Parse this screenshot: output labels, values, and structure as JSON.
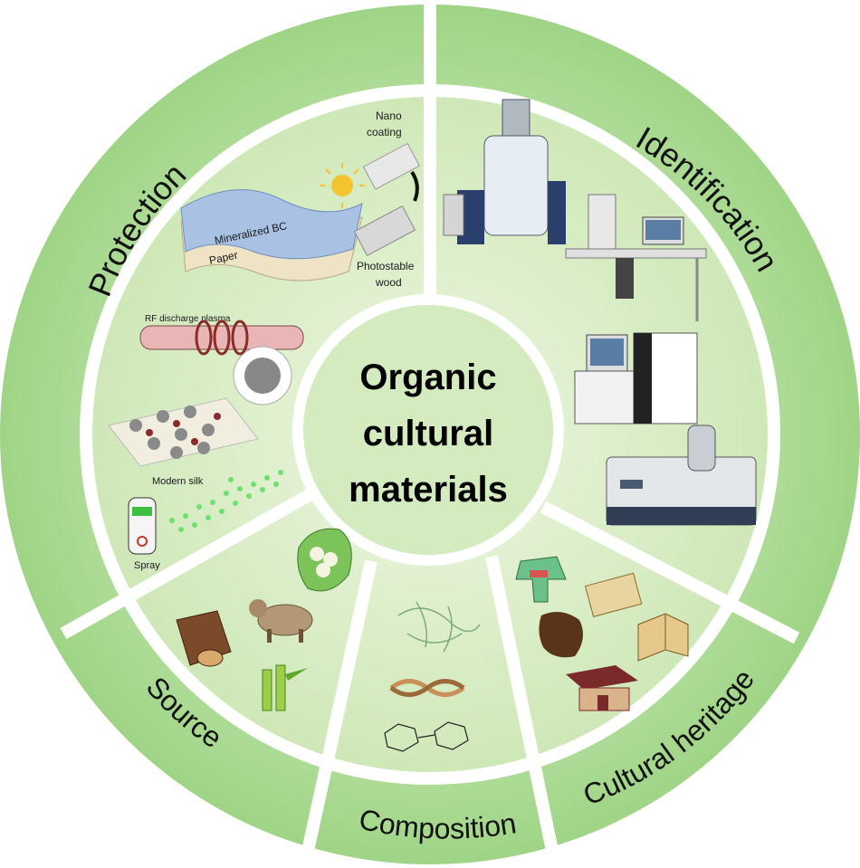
{
  "center": {
    "title_lines": [
      "Organic",
      "cultural",
      "materials"
    ]
  },
  "segments": {
    "protection": {
      "label": "Protection"
    },
    "identification": {
      "label": "Identification"
    },
    "source": {
      "label": "Source"
    },
    "composition": {
      "label": "Composition"
    },
    "heritage": {
      "label": "Cultural heritage"
    }
  },
  "protection_panel": {
    "nano_coating_l1": "Nano",
    "nano_coating_l2": "coating",
    "photostable_l1": "Photostable",
    "photostable_l2": "wood",
    "mineralized": "Mineralized BC",
    "paper": "Paper",
    "rf_plasma": "RF discharge plasma",
    "modern_silk": "Modern silk",
    "spray": "Spray"
  },
  "colors": {
    "outer_ring": "#a6d890",
    "inner_bg": "#dcefc8",
    "center_disc": "#d2eabd",
    "separator": "#ffffff"
  }
}
